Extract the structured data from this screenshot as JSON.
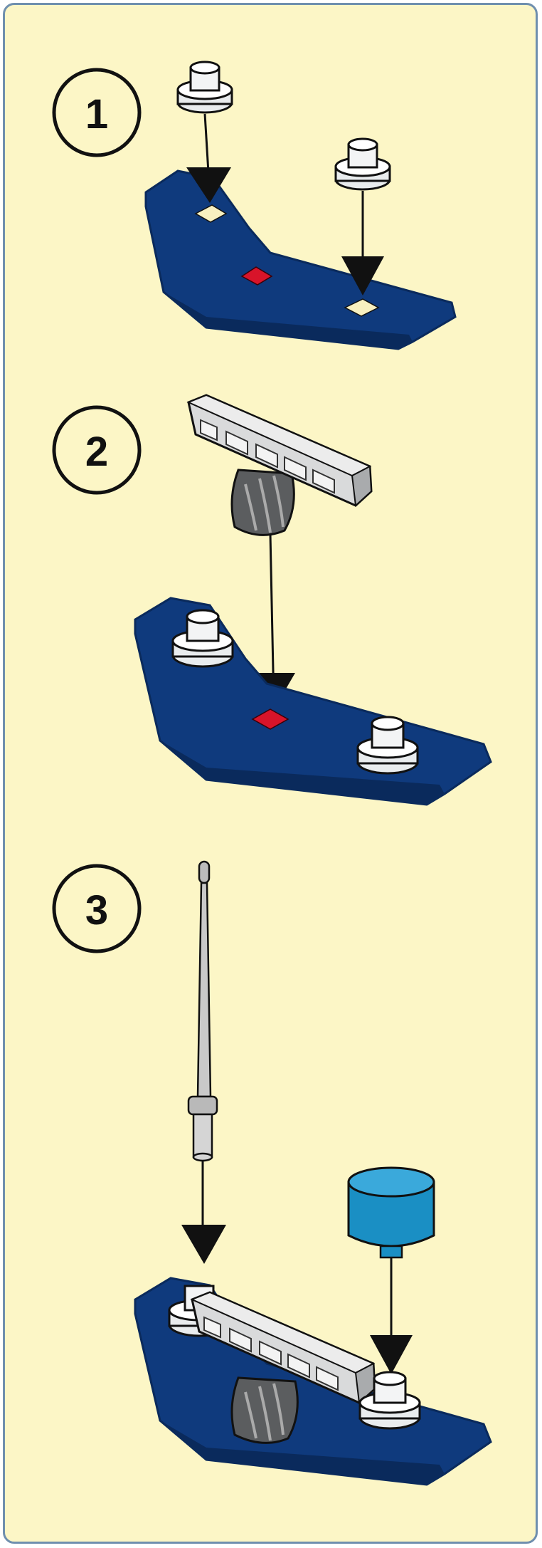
{
  "steps": [
    {
      "number": "1"
    },
    {
      "number": "2"
    },
    {
      "number": "3"
    }
  ],
  "colors": {
    "panel_background": "#fcf6c6",
    "panel_border": "#6f8fae",
    "base_plate": "#0f3a7d",
    "base_plate_edge": "#0a2a5c",
    "center_marker": "#d8142a",
    "hole_marker": "#f8f0c0",
    "mount_bar": "#d9dadb",
    "antenna_cap": "#1a8fc4",
    "outline": "#111111"
  },
  "icons": [
    "nut-icon",
    "arrow-down-icon",
    "mount-bar-icon",
    "antenna-icon",
    "cap-icon",
    "base-plate-icon"
  ]
}
